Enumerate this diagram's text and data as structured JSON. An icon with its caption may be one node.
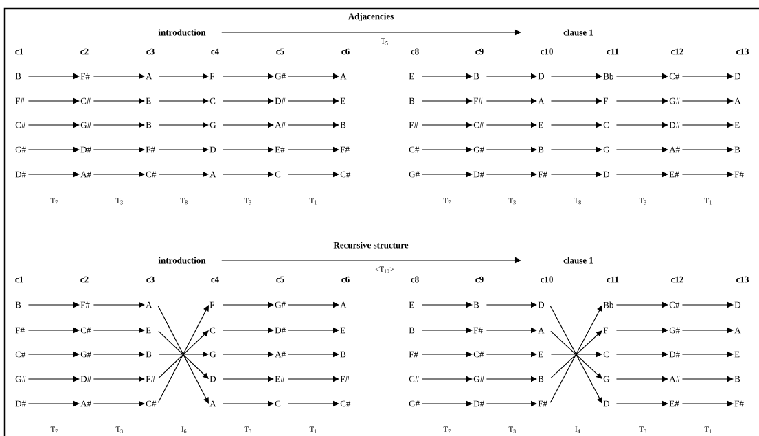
{
  "diagram": {
    "nodes": [
      {
        "text": [
          "introduction"
        ]
      },
      {
        "text": [
          "clause 1"
        ]
      },
      {
        "text": [
          "B"
        ]
      },
      {
        "text": [
          "F#"
        ]
      },
      {
        "text": [
          "A"
        ]
      },
      {
        "text": [
          "F"
        ]
      },
      {
        "text": [
          "G#"
        ]
      },
      {
        "text": [
          "A"
        ]
      },
      {
        "text": [
          "E"
        ]
      },
      {
        "text": [
          "B"
        ]
      },
      {
        "text": [
          "D"
        ]
      },
      {
        "text": [
          "Bb"
        ]
      },
      {
        "text": [
          "C#"
        ]
      },
      {
        "text": [
          "D"
        ]
      },
      {
        "text": [
          "F#"
        ]
      },
      {
        "text": [
          "C#"
        ]
      },
      {
        "text": [
          "E"
        ]
      },
      {
        "text": [
          "C"
        ]
      },
      {
        "text": [
          "D#"
        ]
      },
      {
        "text": [
          "E"
        ]
      },
      {
        "text": [
          "B"
        ]
      },
      {
        "text": [
          "F#"
        ]
      },
      {
        "text": [
          "A"
        ]
      },
      {
        "text": [
          "F"
        ]
      },
      {
        "text": [
          "G#"
        ]
      },
      {
        "text": [
          "A"
        ]
      },
      {
        "text": [
          "C#"
        ]
      },
      {
        "text": [
          "G#"
        ]
      },
      {
        "text": [
          "B"
        ]
      },
      {
        "text": [
          "G"
        ]
      },
      {
        "text": [
          "A#"
        ]
      },
      {
        "text": [
          "B"
        ]
      },
      {
        "text": [
          "F#"
        ]
      },
      {
        "text": [
          "C#"
        ]
      },
      {
        "text": [
          "E"
        ]
      },
      {
        "text": [
          "C"
        ]
      },
      {
        "text": [
          "D#"
        ]
      },
      {
        "text": [
          "E"
        ]
      },
      {
        "text": [
          "G#"
        ]
      },
      {
        "text": [
          "D#"
        ]
      },
      {
        "text": [
          "F#"
        ]
      },
      {
        "text": [
          "D"
        ]
      },
      {
        "text": [
          "E#"
        ]
      },
      {
        "text": [
          "F#"
        ]
      },
      {
        "text": [
          "C#"
        ]
      },
      {
        "text": [
          "G#"
        ]
      },
      {
        "text": [
          "B"
        ]
      },
      {
        "text": [
          "G"
        ]
      },
      {
        "text": [
          "A#"
        ]
      },
      {
        "text": [
          "B"
        ]
      },
      {
        "text": [
          "D#"
        ]
      },
      {
        "text": [
          "A#"
        ]
      },
      {
        "text": [
          "C#"
        ]
      },
      {
        "text": [
          "A"
        ]
      },
      {
        "text": [
          "C"
        ]
      },
      {
        "text": [
          "C#"
        ]
      },
      {
        "text": [
          "G#"
        ]
      },
      {
        "text": [
          "D#"
        ]
      },
      {
        "text": [
          "F#"
        ]
      },
      {
        "text": [
          "D"
        ]
      },
      {
        "text": [
          "E#"
        ]
      },
      {
        "text": [
          "F#"
        ]
      },
      {
        "text": [
          "introduction"
        ]
      },
      {
        "text": [
          "clause 1"
        ]
      },
      {
        "text": [
          "B"
        ]
      },
      {
        "text": [
          "F#"
        ]
      },
      {
        "text": [
          "A"
        ]
      },
      {
        "text": [
          "F"
        ]
      },
      {
        "text": [
          "G#"
        ]
      },
      {
        "text": [
          "A"
        ]
      },
      {
        "text": [
          "E"
        ]
      },
      {
        "text": [
          "B"
        ]
      },
      {
        "text": [
          "D"
        ]
      },
      {
        "text": [
          "Bb"
        ]
      },
      {
        "text": [
          "C#"
        ]
      },
      {
        "text": [
          "D"
        ]
      },
      {
        "text": [
          "F#"
        ]
      },
      {
        "text": [
          "C#"
        ]
      },
      {
        "text": [
          "E"
        ]
      },
      {
        "text": [
          "C"
        ]
      },
      {
        "text": [
          "D#"
        ]
      },
      {
        "text": [
          "E"
        ]
      },
      {
        "text": [
          "B"
        ]
      },
      {
        "text": [
          "F#"
        ]
      },
      {
        "text": [
          "A"
        ]
      },
      {
        "text": [
          "F"
        ]
      },
      {
        "text": [
          "G#"
        ]
      },
      {
        "text": [
          "A"
        ]
      },
      {
        "text": [
          "C#"
        ]
      },
      {
        "text": [
          "G#"
        ]
      },
      {
        "text": [
          "B"
        ]
      },
      {
        "text": [
          "G"
        ]
      },
      {
        "text": [
          "A#"
        ]
      },
      {
        "text": [
          "B"
        ]
      },
      {
        "text": [
          "F#"
        ]
      },
      {
        "text": [
          "C#"
        ]
      },
      {
        "text": [
          "E"
        ]
      },
      {
        "text": [
          "C"
        ]
      },
      {
        "text": [
          "D#"
        ]
      },
      {
        "text": [
          "E"
        ]
      },
      {
        "text": [
          "G#"
        ]
      },
      {
        "text": [
          "D#"
        ]
      },
      {
        "text": [
          "F#"
        ]
      },
      {
        "text": [
          "D"
        ]
      },
      {
        "text": [
          "E#"
        ]
      },
      {
        "text": [
          "F#"
        ]
      },
      {
        "text": [
          "C#"
        ]
      },
      {
        "text": [
          "G#"
        ]
      },
      {
        "text": [
          "B"
        ]
      },
      {
        "text": [
          "G"
        ]
      },
      {
        "text": [
          "A#"
        ]
      },
      {
        "text": [
          "B"
        ]
      },
      {
        "text": [
          "D#"
        ]
      },
      {
        "text": [
          "A#"
        ]
      },
      {
        "text": [
          "C#"
        ]
      },
      {
        "text": [
          "A"
        ]
      },
      {
        "text": [
          "C"
        ]
      },
      {
        "text": [
          "C#"
        ]
      },
      {
        "text": [
          "G#"
        ]
      },
      {
        "text": [
          "D#"
        ]
      },
      {
        "text": [
          "F#"
        ]
      },
      {
        "text": [
          "D"
        ]
      },
      {
        "text": [
          "E#"
        ]
      },
      {
        "text": [
          "F#"
        ]
      }
    ],
    "edges": [
      {
        "from": 0,
        "to": 1,
        "arrow": "to",
        "label": "T$_{5}$"
      },
      {
        "from": 2,
        "to": 3,
        "arrow": "to"
      },
      {
        "from": 14,
        "to": 15,
        "arrow": "to"
      },
      {
        "from": 26,
        "to": 27,
        "arrow": "to"
      },
      {
        "from": 38,
        "to": 39,
        "arrow": "to"
      },
      {
        "from": 50,
        "to": 51,
        "arrow": "to"
      },
      {
        "from": 3,
        "to": 4,
        "arrow": "to"
      },
      {
        "from": 15,
        "to": 16,
        "arrow": "to"
      },
      {
        "from": 27,
        "to": 28,
        "arrow": "to"
      },
      {
        "from": 39,
        "to": 40,
        "arrow": "to"
      },
      {
        "from": 51,
        "to": 52,
        "arrow": "to"
      },
      {
        "from": 4,
        "to": 5,
        "arrow": "to"
      },
      {
        "from": 16,
        "to": 17,
        "arrow": "to"
      },
      {
        "from": 28,
        "to": 29,
        "arrow": "to"
      },
      {
        "from": 40,
        "to": 41,
        "arrow": "to"
      },
      {
        "from": 52,
        "to": 53,
        "arrow": "to"
      },
      {
        "from": 5,
        "to": 6,
        "arrow": "to"
      },
      {
        "from": 17,
        "to": 18,
        "arrow": "to"
      },
      {
        "from": 29,
        "to": 30,
        "arrow": "to"
      },
      {
        "from": 41,
        "to": 42,
        "arrow": "to"
      },
      {
        "from": 53,
        "to": 54,
        "arrow": "to"
      },
      {
        "from": 6,
        "to": 7,
        "arrow": "to"
      },
      {
        "from": 18,
        "to": 19,
        "arrow": "to"
      },
      {
        "from": 30,
        "to": 31,
        "arrow": "to"
      },
      {
        "from": 42,
        "to": 43,
        "arrow": "to"
      },
      {
        "from": 54,
        "to": 55,
        "arrow": "to"
      },
      {
        "from": 8,
        "to": 9,
        "arrow": "to"
      },
      {
        "from": 20,
        "to": 21,
        "arrow": "to"
      },
      {
        "from": 32,
        "to": 33,
        "arrow": "to"
      },
      {
        "from": 44,
        "to": 45,
        "arrow": "to"
      },
      {
        "from": 56,
        "to": 57,
        "arrow": "to"
      },
      {
        "from": 9,
        "to": 10,
        "arrow": "to"
      },
      {
        "from": 21,
        "to": 22,
        "arrow": "to"
      },
      {
        "from": 33,
        "to": 34,
        "arrow": "to"
      },
      {
        "from": 45,
        "to": 46,
        "arrow": "to"
      },
      {
        "from": 57,
        "to": 58,
        "arrow": "to"
      },
      {
        "from": 10,
        "to": 11,
        "arrow": "to"
      },
      {
        "from": 22,
        "to": 23,
        "arrow": "to"
      },
      {
        "from": 34,
        "to": 35,
        "arrow": "to"
      },
      {
        "from": 46,
        "to": 47,
        "arrow": "to"
      },
      {
        "from": 58,
        "to": 59,
        "arrow": "to"
      },
      {
        "from": 11,
        "to": 12,
        "arrow": "to"
      },
      {
        "from": 23,
        "to": 24,
        "arrow": "to"
      },
      {
        "from": 35,
        "to": 36,
        "arrow": "to"
      },
      {
        "from": 47,
        "to": 48,
        "arrow": "to"
      },
      {
        "from": 59,
        "to": 60,
        "arrow": "to"
      },
      {
        "from": 12,
        "to": 13,
        "arrow": "to"
      },
      {
        "from": 24,
        "to": 25,
        "arrow": "to"
      },
      {
        "from": 36,
        "to": 37,
        "arrow": "to"
      },
      {
        "from": 48,
        "to": 49,
        "arrow": "to"
      },
      {
        "from": 60,
        "to": 61,
        "arrow": "to"
      },
      {
        "from": 62,
        "to": 63,
        "arrow": "to",
        "label": "<T$_{10}$>"
      },
      {
        "from": 64,
        "to": 65,
        "arrow": "to"
      },
      {
        "from": 76,
        "to": 77,
        "arrow": "to"
      },
      {
        "from": 88,
        "to": 89,
        "arrow": "to"
      },
      {
        "from": 100,
        "to": 101,
        "arrow": "to"
      },
      {
        "from": 112,
        "to": 113,
        "arrow": "to"
      },
      {
        "from": 65,
        "to": 66,
        "arrow": "to"
      },
      {
        "from": 77,
        "to": 78,
        "arrow": "to"
      },
      {
        "from": 89,
        "to": 90,
        "arrow": "to"
      },
      {
        "from": 101,
        "to": 102,
        "arrow": "to"
      },
      {
        "from": 113,
        "to": 114,
        "arrow": "to"
      },
      {
        "from": 66,
        "to": 115,
        "arrow": "to"
      },
      {
        "from": 78,
        "to": 103,
        "arrow": "to"
      },
      {
        "from": 90,
        "to": 91,
        "arrow": "to"
      },
      {
        "from": 102,
        "to": 79,
        "arrow": "to"
      },
      {
        "from": 114,
        "to": 67,
        "arrow": "to"
      },
      {
        "from": 67,
        "to": 68,
        "arrow": "to"
      },
      {
        "from": 79,
        "to": 80,
        "arrow": "to"
      },
      {
        "from": 91,
        "to": 92,
        "arrow": "to"
      },
      {
        "from": 103,
        "to": 104,
        "arrow": "to"
      },
      {
        "from": 115,
        "to": 116,
        "arrow": "to"
      },
      {
        "from": 68,
        "to": 69,
        "arrow": "to"
      },
      {
        "from": 80,
        "to": 81,
        "arrow": "to"
      },
      {
        "from": 92,
        "to": 93,
        "arrow": "to"
      },
      {
        "from": 104,
        "to": 105,
        "arrow": "to"
      },
      {
        "from": 116,
        "to": 117,
        "arrow": "to"
      },
      {
        "from": 70,
        "to": 71,
        "arrow": "to"
      },
      {
        "from": 82,
        "to": 83,
        "arrow": "to"
      },
      {
        "from": 94,
        "to": 95,
        "arrow": "to"
      },
      {
        "from": 106,
        "to": 107,
        "arrow": "to"
      },
      {
        "from": 118,
        "to": 119,
        "arrow": "to"
      },
      {
        "from": 71,
        "to": 72,
        "arrow": "to"
      },
      {
        "from": 83,
        "to": 84,
        "arrow": "to"
      },
      {
        "from": 95,
        "to": 96,
        "arrow": "to"
      },
      {
        "from": 107,
        "to": 108,
        "arrow": "to"
      },
      {
        "from": 119,
        "to": 120,
        "arrow": "to"
      },
      {
        "from": 72,
        "to": 121,
        "arrow": "to"
      },
      {
        "from": 84,
        "to": 109,
        "arrow": "to"
      },
      {
        "from": 96,
        "to": 97,
        "arrow": "to"
      },
      {
        "from": 108,
        "to": 85,
        "arrow": "to"
      },
      {
        "from": 120,
        "to": 73,
        "arrow": "to"
      },
      {
        "from": 73,
        "to": 74,
        "arrow": "to"
      },
      {
        "from": 85,
        "to": 86,
        "arrow": "to"
      },
      {
        "from": 97,
        "to": 98,
        "arrow": "to"
      },
      {
        "from": 109,
        "to": 110,
        "arrow": "to"
      },
      {
        "from": 121,
        "to": 122,
        "arrow": "to"
      },
      {
        "from": 74,
        "to": 75,
        "arrow": "to"
      },
      {
        "from": 86,
        "to": 87,
        "arrow": "to"
      },
      {
        "from": 98,
        "to": 99,
        "arrow": "to"
      },
      {
        "from": 110,
        "to": 111,
        "arrow": "to"
      },
      {
        "from": 122,
        "to": 123,
        "arrow": "to"
      }
    ],
    "labels": [
      "Adjacencies",
      "c1",
      "c2",
      "c3",
      "c4",
      "c5",
      "c6",
      "c8",
      "c9",
      "c10",
      "c11",
      "c12",
      "c13",
      "T$_{7}$",
      "T$_{3}$",
      "T$_{8}$",
      "T$_{3}$",
      "T$_{1}$",
      "T$_{7}$",
      "T$_{3}$",
      "T$_{8}$",
      "T$_{3}$",
      "T$_{1}$",
      "Recursive structure",
      "c1",
      "c2",
      "c3",
      "c4",
      "c5",
      "c6",
      "c8",
      "c9",
      "c10",
      "c11",
      "c12",
      "c13",
      "T$_{7}$",
      "T$_{3}$",
      "I$_{6}$",
      "T$_{3}$",
      "T$_{1}$",
      "T$_{7}$",
      "T$_{3}$",
      "I$_{4}$",
      "T$_{3}$",
      "T$_{1}$"
    ]
  }
}
